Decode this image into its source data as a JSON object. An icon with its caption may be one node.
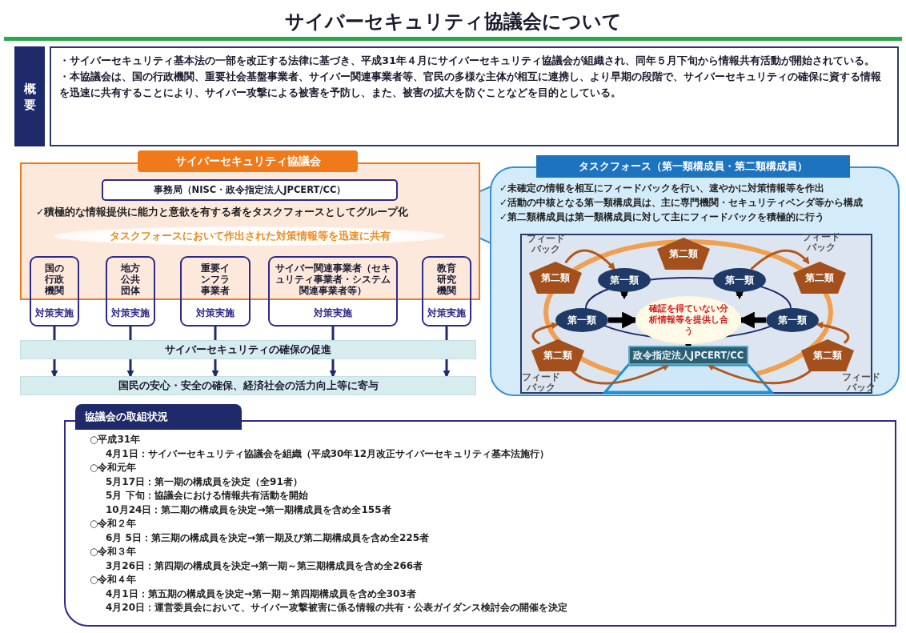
{
  "diagram": {
    "title": "サイバーセキュリティ協議会について",
    "nodes": [
      {
        "text": [
          "概要"
        ]
      },
      {
        "text": [
          "・サイバーセキュリティ基本法の一部を改正する法律に基づき、平成31年４月にサイバーセキュリティ協議会が組織され、同年５月下旬から情報共有活動が開始されている。",
          "・本協議会は、国の行政機関、重要社会基盤事業者、サイバー関連事業者等、官民の多様な主体が相互に連携し、より早期の段階で、サイバーセキュリティの確保に資する情報を迅速に共有することにより、サイバー攻撃による被害を予防し、また、被害の拡大を防ぐことなどを目的としている。"
        ]
      },
      {
        "text": [
          "サイバーセキュリティ協議会",
          "✓積極的な情報提供に能力と意欲を有する者を**タスクフォース**としてグループ化",
          "タスクフォースにおいて作出された対策情報等を迅速に共有"
        ]
      },
      {
        "text": [
          "事務局（NISC・政令指定法人JPCERT/CC）"
        ],
        "in": 2
      },
      {
        "text": [
          "国の行政機関",
          "対策実施"
        ]
      },
      {
        "text": [
          "地方公共団体",
          "対策実施"
        ]
      },
      {
        "text": [
          "重要インフラ事業者",
          "対策実施"
        ]
      },
      {
        "text": [
          "サイバー関連事業者（セキュリティ事業者・システム関連事業者等）",
          "対策実施"
        ]
      },
      {
        "text": [
          "教育研究機関",
          "対策実施"
        ]
      },
      {
        "text": [
          "サイバーセキュリティの確保の促進"
        ]
      },
      {
        "text": [
          "国民の安心・安全の確保、経済社会の活力向上等に寄与"
        ]
      },
      {
        "text": [
          "タスクフォース（第一類構成員・第二類構成員）",
          "✓未確定の情報を相互にフィードバックを行い、速やかに対策情報等を作出",
          "✓活動の中核となる第一類構成員は、主に専門機関・セキュリティベンダ等から構成",
          "✓第二類構成員は第一類構成員に対して主にフィードバックを積極的に行う"
        ]
      },
      {
        "text": [
          "第二類"
        ],
        "in": 11
      },
      {
        "text": [
          "第二類"
        ],
        "in": 11,
        "beside": [
          "フィードバック"
        ]
      },
      {
        "text": [
          "第二類"
        ],
        "in": 11,
        "beside": [
          "フィードバック"
        ]
      },
      {
        "text": [
          "第一類"
        ],
        "in": 11
      },
      {
        "text": [
          "第一類"
        ],
        "in": 11
      },
      {
        "text": [
          "第一類"
        ],
        "in": 11
      },
      {
        "text": [
          "確証を得ていない分析情報等を提供し合う"
        ],
        "in": 11
      },
      {
        "text": [
          "第一類"
        ],
        "in": 11
      },
      {
        "text": [
          "第二類"
        ],
        "in": 11,
        "beside": [
          "フィードバック"
        ]
      },
      {
        "text": [
          "政令指定法人JPCERT/CC"
        ],
        "in": 11
      },
      {
        "text": [
          "第二類"
        ],
        "in": 11,
        "beside": [
          "フィードバック"
        ]
      },
      {
        "text": [
          "協議会の取組状況",
          "○平成31年",
          "4月1日：サイバーセキュリティ協議会を組織（平成30年12月改正サイバーセキュリティ基本法施行）",
          "○令和元年",
          "5月17日：第一期の構成員を決定（全91者）",
          "5月 下旬：協議会における情報共有活動を開始",
          "10月24日：第二期の構成員を決定→第一期構成員を含め全155者",
          "○令和２年",
          "6月 5日：第三期の構成員を決定→第一期及び第二期構成員を含め全225者",
          "○令和３年",
          "3月26日：第四期の構成員を決定→第一期～第三期構成員を含め全266者",
          "○令和４年",
          "4月1日：第五期の構成員を決定→第一期～第四期構成員を含め**全303者**",
          "4月20日：運営委員会において、サイバー攻撃被害に係る情報の共有・公表ガイダンス検討会の開催を決定"
        ]
      }
    ],
    "edges": [
      {
        "from": 4,
        "to": 9,
        "arrow": "none"
      },
      {
        "from": 5,
        "to": 9,
        "arrow": "none"
      },
      {
        "from": 6,
        "to": 9,
        "arrow": "none"
      },
      {
        "from": 7,
        "to": 9,
        "arrow": "none"
      },
      {
        "from": 8,
        "to": 9,
        "arrow": "none"
      },
      {
        "from": 9,
        "to": 10,
        "arrow": "to"
      },
      {
        "from": 9,
        "to": 10,
        "arrow": "to"
      },
      {
        "from": 9,
        "to": 10,
        "arrow": "to"
      },
      {
        "from": 9,
        "to": 10,
        "arrow": "to"
      },
      {
        "from": 9,
        "to": 10,
        "arrow": "to"
      },
      {
        "from": 13,
        "to": 15,
        "arrow": "to",
        "color": "#b5561c"
      },
      {
        "from": 16,
        "to": 14,
        "arrow": "to",
        "color": "#b5561c"
      },
      {
        "from": 20,
        "to": 17,
        "arrow": "to",
        "color": "#b5561c"
      },
      {
        "from": 22,
        "to": 19,
        "arrow": "to",
        "color": "#b5561c"
      },
      {
        "from": 20,
        "to": 21,
        "arrow": "to",
        "color": "#b5561c"
      },
      {
        "from": 22,
        "to": 21,
        "arrow": "to",
        "color": "#b5561c"
      },
      {
        "from": 15,
        "to": 18,
        "arrow": "to",
        "style": "thick",
        "color": "#000000"
      },
      {
        "from": 16,
        "to": 18,
        "arrow": "to",
        "style": "thick",
        "color": "#000000"
      },
      {
        "from": 17,
        "to": 18,
        "arrow": "to",
        "style": "thick",
        "color": "#000000"
      },
      {
        "from": 19,
        "to": 18,
        "arrow": "to",
        "style": "thick",
        "color": "#000000"
      },
      {
        "from": 21,
        "to": 18,
        "arrow": "to",
        "style": "thick",
        "color": "#000000"
      }
    ]
  }
}
